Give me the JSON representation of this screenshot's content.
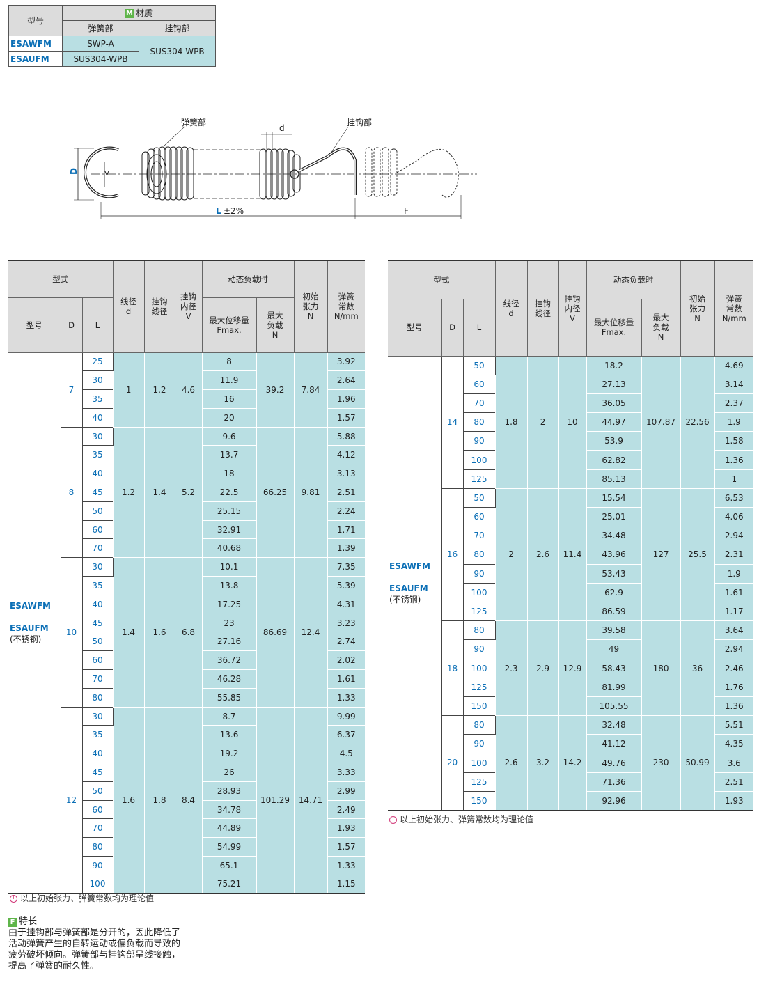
{
  "material": {
    "h_model": "型号",
    "h_material": "材质",
    "h_material_icon": "M",
    "h_spring": "弹簧部",
    "h_hook": "挂钩部",
    "rows": [
      {
        "model": "ESAWFM",
        "spring": "SWP-A"
      },
      {
        "model": "ESAUFM",
        "spring": "SUS304-WPB"
      }
    ],
    "hook_value": "SUS304-WPB"
  },
  "diagram": {
    "spring_label": "弹簧部",
    "hook_label": "挂钩部",
    "d": "d",
    "D": "D",
    "V": "V",
    "L": "L",
    "L_tol": "±2%",
    "F": "F"
  },
  "headers": {
    "type": "型式",
    "model": "型号",
    "D": "D",
    "L": "L",
    "wire_d": "线径\nd",
    "hook_wire": "挂钩\n线径",
    "hook_inner": "挂钩\n内径\nV",
    "dynamic": "动态负载时",
    "fmax": "最大位移量\nFmax.",
    "maxload": "最大\n负载\nN",
    "init": "初始\n张力\nN",
    "rate": "弹簧\n常数\nN/mm"
  },
  "model_label": {
    "a": "ESAWFM",
    "b": "ESAUFM",
    "c": "(不锈钢)"
  },
  "left_groups": [
    {
      "D": "7",
      "d": "1",
      "hw": "1.2",
      "V": "4.6",
      "load": "39.2",
      "init": "7.84",
      "rows": [
        [
          "25",
          "8",
          "3.92"
        ],
        [
          "30",
          "11.9",
          "2.64"
        ],
        [
          "35",
          "16",
          "1.96"
        ],
        [
          "40",
          "20",
          "1.57"
        ]
      ]
    },
    {
      "D": "8",
      "d": "1.2",
      "hw": "1.4",
      "V": "5.2",
      "load": "66.25",
      "init": "9.81",
      "rows": [
        [
          "30",
          "9.6",
          "5.88"
        ],
        [
          "35",
          "13.7",
          "4.12"
        ],
        [
          "40",
          "18",
          "3.13"
        ],
        [
          "45",
          "22.5",
          "2.51"
        ],
        [
          "50",
          "25.15",
          "2.24"
        ],
        [
          "60",
          "32.91",
          "1.71"
        ],
        [
          "70",
          "40.68",
          "1.39"
        ]
      ]
    },
    {
      "D": "10",
      "d": "1.4",
      "hw": "1.6",
      "V": "6.8",
      "load": "86.69",
      "init": "12.4",
      "rows": [
        [
          "30",
          "10.1",
          "7.35"
        ],
        [
          "35",
          "13.8",
          "5.39"
        ],
        [
          "40",
          "17.25",
          "4.31"
        ],
        [
          "45",
          "23",
          "3.23"
        ],
        [
          "50",
          "27.16",
          "2.74"
        ],
        [
          "60",
          "36.72",
          "2.02"
        ],
        [
          "70",
          "46.28",
          "1.61"
        ],
        [
          "80",
          "55.85",
          "1.33"
        ]
      ]
    },
    {
      "D": "12",
      "d": "1.6",
      "hw": "1.8",
      "V": "8.4",
      "load": "101.29",
      "init": "14.71",
      "rows": [
        [
          "30",
          "8.7",
          "9.99"
        ],
        [
          "35",
          "13.6",
          "6.37"
        ],
        [
          "40",
          "19.2",
          "4.5"
        ],
        [
          "45",
          "26",
          "3.33"
        ],
        [
          "50",
          "28.93",
          "2.99"
        ],
        [
          "60",
          "34.78",
          "2.49"
        ],
        [
          "70",
          "44.89",
          "1.93"
        ],
        [
          "80",
          "54.99",
          "1.57"
        ],
        [
          "90",
          "65.1",
          "1.33"
        ],
        [
          "100",
          "75.21",
          "1.15"
        ]
      ]
    }
  ],
  "right_groups": [
    {
      "D": "14",
      "d": "1.8",
      "hw": "2",
      "V": "10",
      "load": "107.87",
      "init": "22.56",
      "rows": [
        [
          "50",
          "18.2",
          "4.69"
        ],
        [
          "60",
          "27.13",
          "3.14"
        ],
        [
          "70",
          "36.05",
          "2.37"
        ],
        [
          "80",
          "44.97",
          "1.9"
        ],
        [
          "90",
          "53.9",
          "1.58"
        ],
        [
          "100",
          "62.82",
          "1.36"
        ],
        [
          "125",
          "85.13",
          "1"
        ]
      ]
    },
    {
      "D": "16",
      "d": "2",
      "hw": "2.6",
      "V": "11.4",
      "load": "127",
      "init": "25.5",
      "rows": [
        [
          "50",
          "15.54",
          "6.53"
        ],
        [
          "60",
          "25.01",
          "4.06"
        ],
        [
          "70",
          "34.48",
          "2.94"
        ],
        [
          "80",
          "43.96",
          "2.31"
        ],
        [
          "90",
          "53.43",
          "1.9"
        ],
        [
          "100",
          "62.9",
          "1.61"
        ],
        [
          "125",
          "86.59",
          "1.17"
        ]
      ]
    },
    {
      "D": "18",
      "d": "2.3",
      "hw": "2.9",
      "V": "12.9",
      "load": "180",
      "init": "36",
      "rows": [
        [
          "80",
          "39.58",
          "3.64"
        ],
        [
          "90",
          "49",
          "2.94"
        ],
        [
          "100",
          "58.43",
          "2.46"
        ],
        [
          "125",
          "81.99",
          "1.76"
        ],
        [
          "150",
          "105.55",
          "1.36"
        ]
      ]
    },
    {
      "D": "20",
      "d": "2.6",
      "hw": "3.2",
      "V": "14.2",
      "load": "230",
      "init": "50.99",
      "rows": [
        [
          "80",
          "32.48",
          "5.51"
        ],
        [
          "90",
          "41.12",
          "4.35"
        ],
        [
          "100",
          "49.76",
          "3.6"
        ],
        [
          "125",
          "71.36",
          "2.51"
        ],
        [
          "150",
          "92.96",
          "1.93"
        ]
      ]
    }
  ],
  "note": "以上初始张力、弹簧常数均为理论值",
  "features": {
    "icon": "F",
    "title": "特长",
    "lines": [
      "由于挂钩部与弹簧部是分开的，因此降低了",
      "活动弹簧产生的自转运动或偏负载而导致的",
      "疲劳破坏倾向。弹簧部与挂钩部呈线接触，",
      "提高了弹簧的耐久性。"
    ]
  }
}
